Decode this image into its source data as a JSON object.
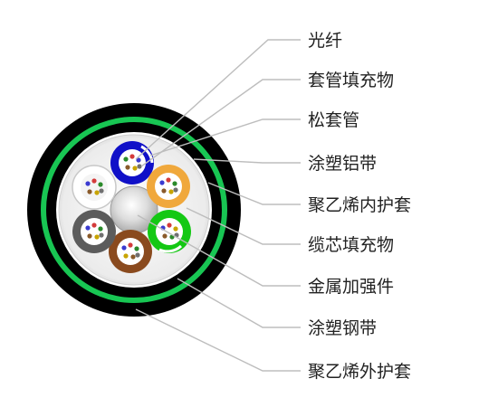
{
  "labels": [
    "光纤",
    "套管填充物",
    "松套管",
    "涂塑铝带",
    "聚乙烯内护套",
    "缆芯填充物",
    "金属加强件",
    "涂塑钢带",
    "聚乙烯外护套"
  ],
  "colors": {
    "outer_sheath": "#000000",
    "steel_tape": "#000000",
    "green_layer": "#18c653",
    "aluminum_tape": "#ffffff",
    "inner_sheath": "#e6e6e6",
    "leader_line": "#bdbdbd",
    "label_text": "#222222",
    "tubes": [
      "#1010c8",
      "#f0a83c",
      "#14c814",
      "#8a4a1e",
      "#5c5c5c",
      "#ffffff"
    ]
  }
}
